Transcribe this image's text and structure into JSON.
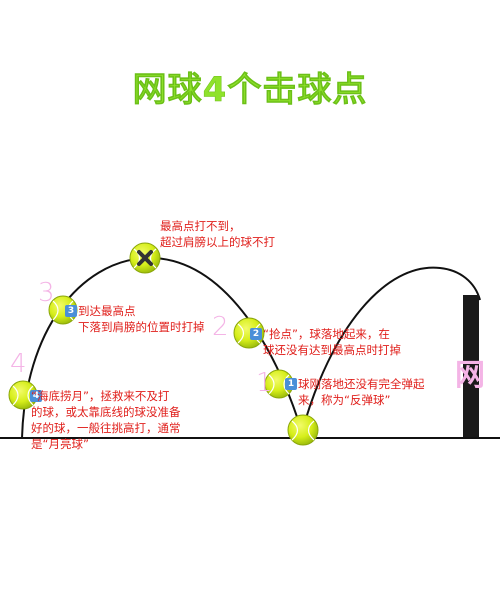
{
  "title": "网球4个击球点",
  "watermark": "网",
  "step_numbers": [
    "1",
    "2",
    "3",
    "4"
  ],
  "notes": {
    "peak": "最高点打不到，\n超过肩膀以上的球不打",
    "point1": "球刚落地还没有完全弹起\n来，称为“反弹球”",
    "point2": "“抢点”，球落地起来，在\n球还没有达到最高点时打掉",
    "point3": "到达最高点\n下落到肩膀的位置时打掉",
    "point4": "“海底捞月”，拯救来不及打\n的球，或太靠底线的球没准备\n好的球，一般往挑高打，通常\n是“月亮球”"
  },
  "badges": {
    "b1": "1",
    "b2": "2",
    "b3": "3",
    "b4": "4"
  },
  "colors": {
    "title": "#8fe22b",
    "note_text": "#e0201c",
    "step_number": "#f4b4e6",
    "ball": "#d6ee1a",
    "badge": "#4a8fd8",
    "line": "#111111"
  }
}
